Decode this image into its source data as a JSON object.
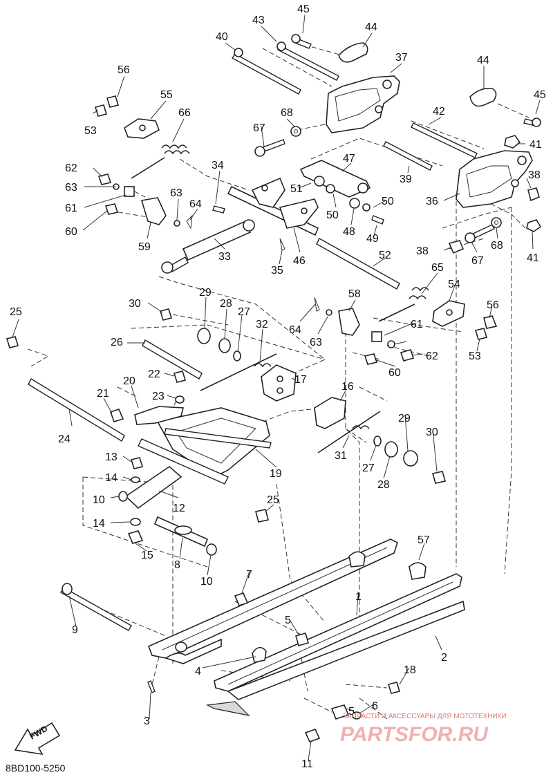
{
  "callouts": {
    "c1": "1",
    "c2": "2",
    "c3": "3",
    "c4": "4",
    "c5a": "5",
    "c5b": "5",
    "c6": "6",
    "c7": "7",
    "c8": "8",
    "c9": "9",
    "c10a": "10",
    "c10b": "10",
    "c11": "11",
    "c12": "12",
    "c13": "13",
    "c14a": "14",
    "c14b": "14",
    "c15": "15",
    "c16": "16",
    "c17": "17",
    "c18": "18",
    "c19": "19",
    "c20": "20",
    "c21": "21",
    "c22": "22",
    "c23": "23",
    "c24": "24",
    "c25a": "25",
    "c25b": "25",
    "c26": "26",
    "c27a": "27",
    "c27b": "27",
    "c28a": "28",
    "c28b": "28",
    "c29a": "29",
    "c29b": "29",
    "c30a": "30",
    "c30b": "30",
    "c31": "31",
    "c32": "32",
    "c33": "33",
    "c34": "34",
    "c35": "35",
    "c36": "36",
    "c37": "37",
    "c38a": "38",
    "c38b": "38",
    "c39": "39",
    "c40": "40",
    "c41a": "41",
    "c41b": "41",
    "c42": "42",
    "c43": "43",
    "c44a": "44",
    "c44b": "44",
    "c45a": "45",
    "c45b": "45",
    "c46": "46",
    "c47": "47",
    "c48": "48",
    "c49": "49",
    "c50a": "50",
    "c50b": "50",
    "c51": "51",
    "c52": "52",
    "c53a": "53",
    "c53b": "53",
    "c54": "54",
    "c55": "55",
    "c56a": "56",
    "c56b": "56",
    "c57": "57",
    "c58": "58",
    "c59": "59",
    "c60a": "60",
    "c60b": "60",
    "c61a": "61",
    "c61b": "61",
    "c62a": "62",
    "c62b": "62",
    "c63a": "63",
    "c63b": "63",
    "c63c": "63",
    "c64a": "64",
    "c64b": "64",
    "c65": "65",
    "c66": "66",
    "c67a": "67",
    "c67b": "67",
    "c68a": "68",
    "c68b": "68"
  },
  "drawing_code": "8BD100-5250",
  "fwd_label": "FWD",
  "watermark": {
    "tagline": "ЗАПЧАСТИ И АКСЕССУАРЫ ДЛЯ МОТОТЕХНИКИ",
    "brand": "PARTSFOR.RU"
  }
}
